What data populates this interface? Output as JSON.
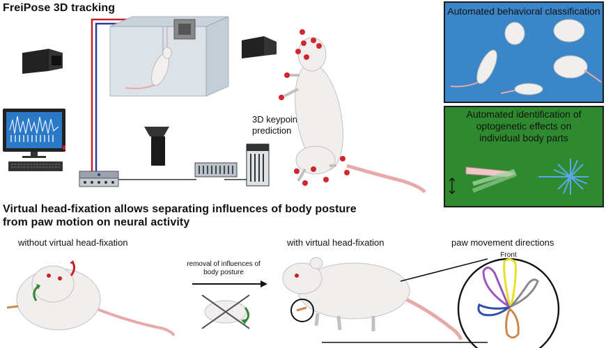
{
  "top_section": {
    "title": "FreiPose 3D tracking",
    "keypoint_label_line1": "3D keypoint",
    "keypoint_label_line2": "prediction"
  },
  "panels": {
    "behavior": {
      "title": "Automated behavioral classification",
      "color": "#3a86c8"
    },
    "optogenetic": {
      "title_line1": "Automated identification of",
      "title_line2": "optogenetic effects on",
      "title_line3": "individual body parts",
      "color": "#2f8a2f"
    }
  },
  "bottom_section": {
    "title_line1": "Virtual head-fixation allows separating influences of body posture",
    "title_line2": "from paw motion on neural activity",
    "without_label": "without virtual head-fixation",
    "with_label": "with virtual head-fixation",
    "directions_label": "paw movement directions",
    "removal_line1": "removal of influences of",
    "removal_line2": "body posture",
    "front_label": "Front"
  },
  "colors": {
    "keypoint": "#d0262c",
    "cable_red": "#c8202a",
    "cable_blue": "#2a3a9a",
    "rat_body": "#f1eeee",
    "tail": "#e8a9a9",
    "petal_purple": "#9a55c0",
    "petal_yellow": "#e8e020",
    "petal_gray": "#8a8a8a",
    "petal_blue": "#2f4fa8",
    "petal_orange": "#c8894a"
  },
  "icons": [
    "camera-icon",
    "monitor-icon",
    "server-icon",
    "rat-icon",
    "arrow-right-icon",
    "rotation-arrow-icon"
  ]
}
